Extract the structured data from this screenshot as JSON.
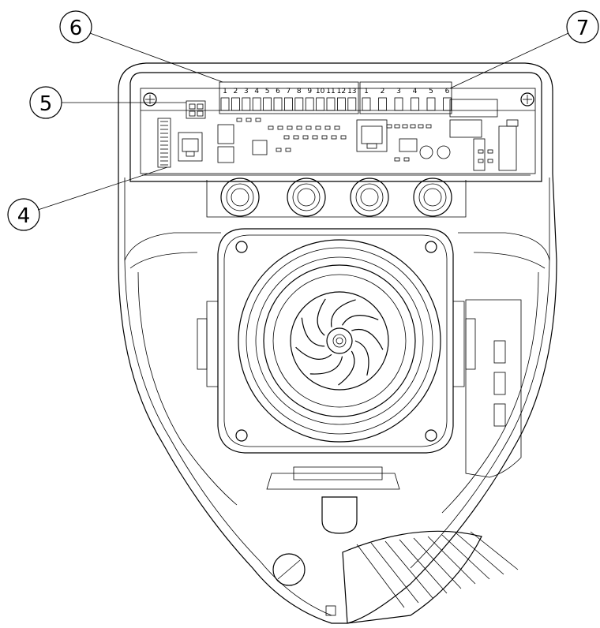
{
  "callouts": [
    {
      "id": "callout-6",
      "label": "6"
    },
    {
      "id": "callout-7",
      "label": "7"
    },
    {
      "id": "callout-5",
      "label": "5"
    },
    {
      "id": "callout-4",
      "label": "4"
    }
  ],
  "terminal_block_left": {
    "numbers": [
      "1",
      "2",
      "3",
      "4",
      "5",
      "6",
      "7",
      "8",
      "9",
      "10",
      "11",
      "12",
      "13"
    ]
  },
  "terminal_block_right": {
    "numbers": [
      "1",
      "2",
      "3",
      "4",
      "5",
      "6"
    ]
  },
  "colors": {
    "line": "#000000",
    "background": "#ffffff"
  }
}
